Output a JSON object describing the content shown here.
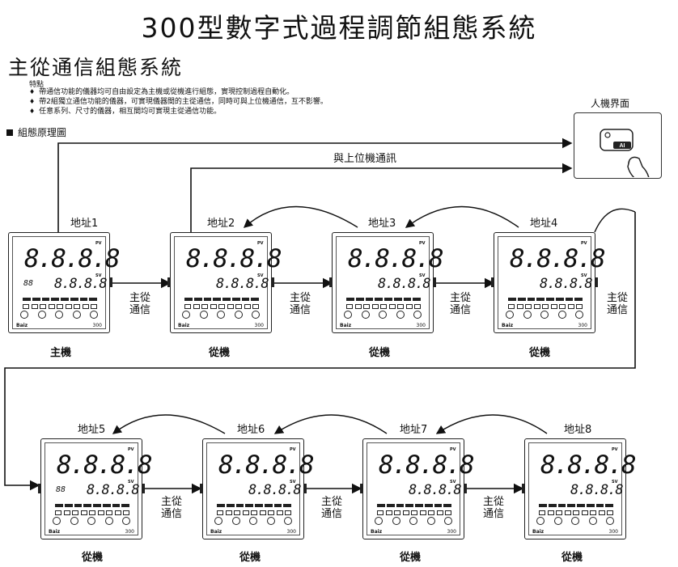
{
  "title": "300型數字式過程調節組態系統",
  "subtitle": "主從通信組態系統",
  "features": {
    "heading": "特點",
    "items": [
      "帶通信功能的儀器均可自由設定為主機或從機進行組態，實現控制過程自動化。",
      "帶2組獨立通信功能的儀器，可實現儀器間的主從通信，同時可與上位機通信，互不影響。",
      "任意系列、尺寸的儀器，相互間均可實現主從通信功能。"
    ]
  },
  "section_title": "組態原理圖",
  "hmi": {
    "label": "人機界面",
    "chip_text": "AI"
  },
  "upper_comm_label": "與上位機通訊",
  "link_label": "主從\n通信",
  "devices": [
    {
      "address": "地址1",
      "role": "主機",
      "pv": "8.8.8.8",
      "sv": "8.8.8.8",
      "indicator": "88",
      "brand": "Baiz",
      "model": "300"
    },
    {
      "address": "地址2",
      "role": "從機",
      "pv": "8.8.8.8",
      "sv": "8.8.8.8",
      "indicator": "",
      "brand": "Baiz",
      "model": "300"
    },
    {
      "address": "地址3",
      "role": "從機",
      "pv": "8.8.8.8",
      "sv": "8.8.8.8",
      "indicator": "",
      "brand": "Baiz",
      "model": "300"
    },
    {
      "address": "地址4",
      "role": "從機",
      "pv": "8.8.8.8",
      "sv": "8.8.8.8",
      "indicator": "",
      "brand": "Baiz",
      "model": "300"
    },
    {
      "address": "地址5",
      "role": "從機",
      "pv": "8.8.8.8",
      "sv": "8.8.8.8",
      "indicator": "88",
      "brand": "Baiz",
      "model": "300"
    },
    {
      "address": "地址6",
      "role": "從機",
      "pv": "8.8.8.8",
      "sv": "8.8.8.8",
      "indicator": "",
      "brand": "Baiz",
      "model": "300"
    },
    {
      "address": "地址7",
      "role": "從機",
      "pv": "8.8.8.8",
      "sv": "8.8.8.8",
      "indicator": "",
      "brand": "Baiz",
      "model": "300"
    },
    {
      "address": "地址8",
      "role": "從機",
      "pv": "8.8.8.8",
      "sv": "8.8.8.8",
      "indicator": "",
      "brand": "Baiz",
      "model": "300"
    }
  ],
  "device_tags": {
    "pv": "PV",
    "sv": "SV"
  }
}
